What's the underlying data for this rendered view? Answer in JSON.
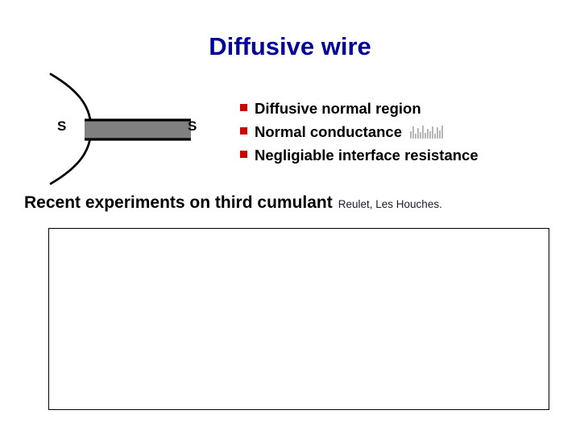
{
  "slide": {
    "title": "Diffusive wire",
    "title_color": "#00009b",
    "background_color": "#ffffff"
  },
  "diagram": {
    "name": "sns-junction",
    "left_lead_label": "S",
    "right_lead_label": "S",
    "wire_fill_color": "#808080",
    "wire_border_color": "#000000",
    "lead_stroke_color": "#000000"
  },
  "bullets": {
    "marker_color": "#cc0000",
    "items": [
      {
        "text": "Diffusive normal region",
        "has_formula": false
      },
      {
        "text": "Normal conductance",
        "has_formula": true
      },
      {
        "text": "Negligiable interface resistance",
        "has_formula": false
      }
    ]
  },
  "experiments": {
    "heading": "Recent experiments on third cumulant",
    "citation": "Reulet, Les Houches."
  },
  "placeholder": {
    "label": "",
    "border_color": "#000000"
  }
}
